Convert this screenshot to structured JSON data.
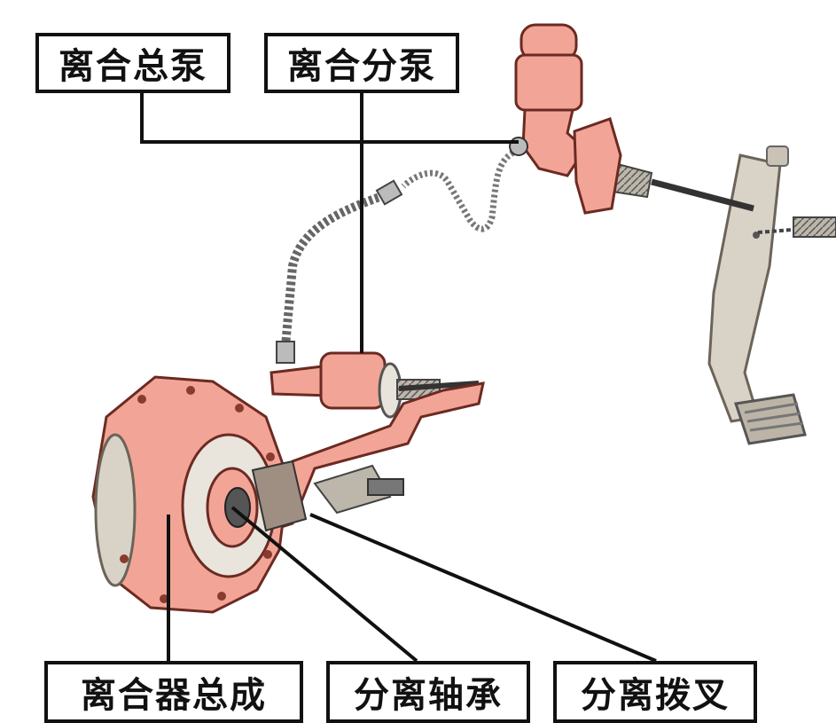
{
  "labels": {
    "clutch_master_cylinder": "离合总泵",
    "clutch_slave_cylinder": "离合分泵",
    "clutch_assembly": "离合器总成",
    "release_bearing": "分离轴承",
    "release_fork": "分离拨叉"
  },
  "colors": {
    "part_fill": "#f2a596",
    "part_stroke": "#6b2a22",
    "metal_fill": "#d9d3c7",
    "line": "#111111"
  }
}
